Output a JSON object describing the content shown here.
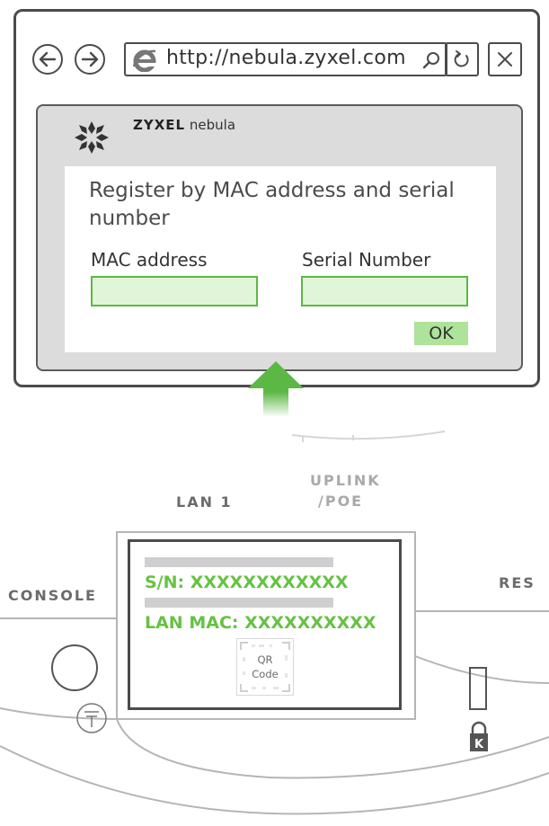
{
  "browser": {
    "url": "http://nebula.zyxel.com",
    "brand": {
      "zyxel": "ZYXEL",
      "nebula": "nebula"
    },
    "form": {
      "title": "Register by MAC address and serial number",
      "mac_label": "MAC address",
      "serial_label": "Serial Number",
      "ok_label": "OK",
      "field_color": "#e1f5d9",
      "field_border": "#5cb845"
    }
  },
  "arrow_color": "#5cb845",
  "device": {
    "labels": {
      "lan1": "LAN 1",
      "uplink": "UPLINK",
      "poe": "/POE",
      "console": "CONSOLE",
      "reset": "RES"
    },
    "sticker": {
      "serial": "S/N: XXXXXXXXXXXX",
      "lan_mac": "LAN MAC: XXXXXXXXXX",
      "qr_line1": "QR",
      "qr_line2": "Code",
      "text_color": "#66c243"
    }
  }
}
